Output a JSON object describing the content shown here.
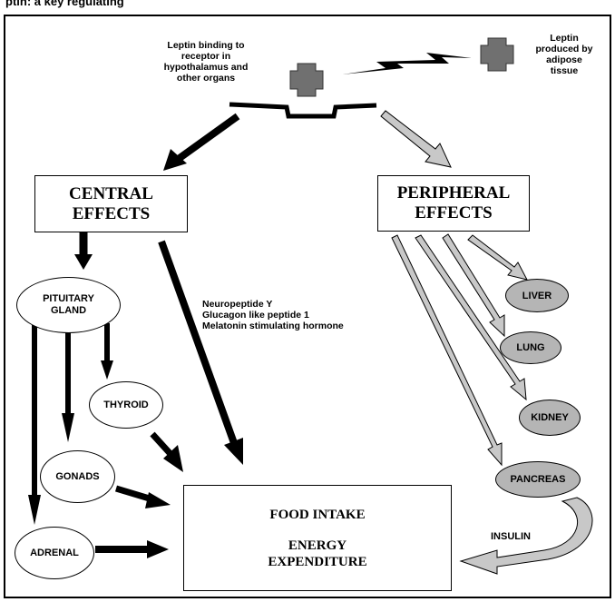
{
  "header": {
    "text": "ptin: a key regulating"
  },
  "receptor_label": [
    "Leptin binding to",
    "receptor  in",
    "hypothalamus and",
    "other organs"
  ],
  "adipose_label": [
    "Leptin",
    "produced by",
    "adipose",
    "tissue"
  ],
  "central_box": [
    "CENTRAL",
    "EFFECTS"
  ],
  "peripheral_box": [
    "PERIPHERAL",
    "EFFECTS"
  ],
  "neuro_list": [
    "Neuropeptide Y",
    "Glucagon like peptide 1",
    "Melatonin stimulating hormone"
  ],
  "nodes": {
    "pituitary": [
      "PITUITARY",
      "GLAND"
    ],
    "thyroid": "THYROID",
    "gonads": "GONADS",
    "adrenal": "ADRENAL",
    "liver": "LIVER",
    "lung": "LUNG",
    "kidney": "KIDNEY",
    "pancreas": "PANCREAS"
  },
  "insulin_label": "INSULIN",
  "outcome_box": {
    "line1": "FOOD INTAKE",
    "line2": "ENERGY",
    "line3": "EXPENDITURE"
  },
  "colors": {
    "peripheral_arrow": "#c8c8c8",
    "organ_fill": "#b5b5b5",
    "leptin_shape": "#707070"
  }
}
